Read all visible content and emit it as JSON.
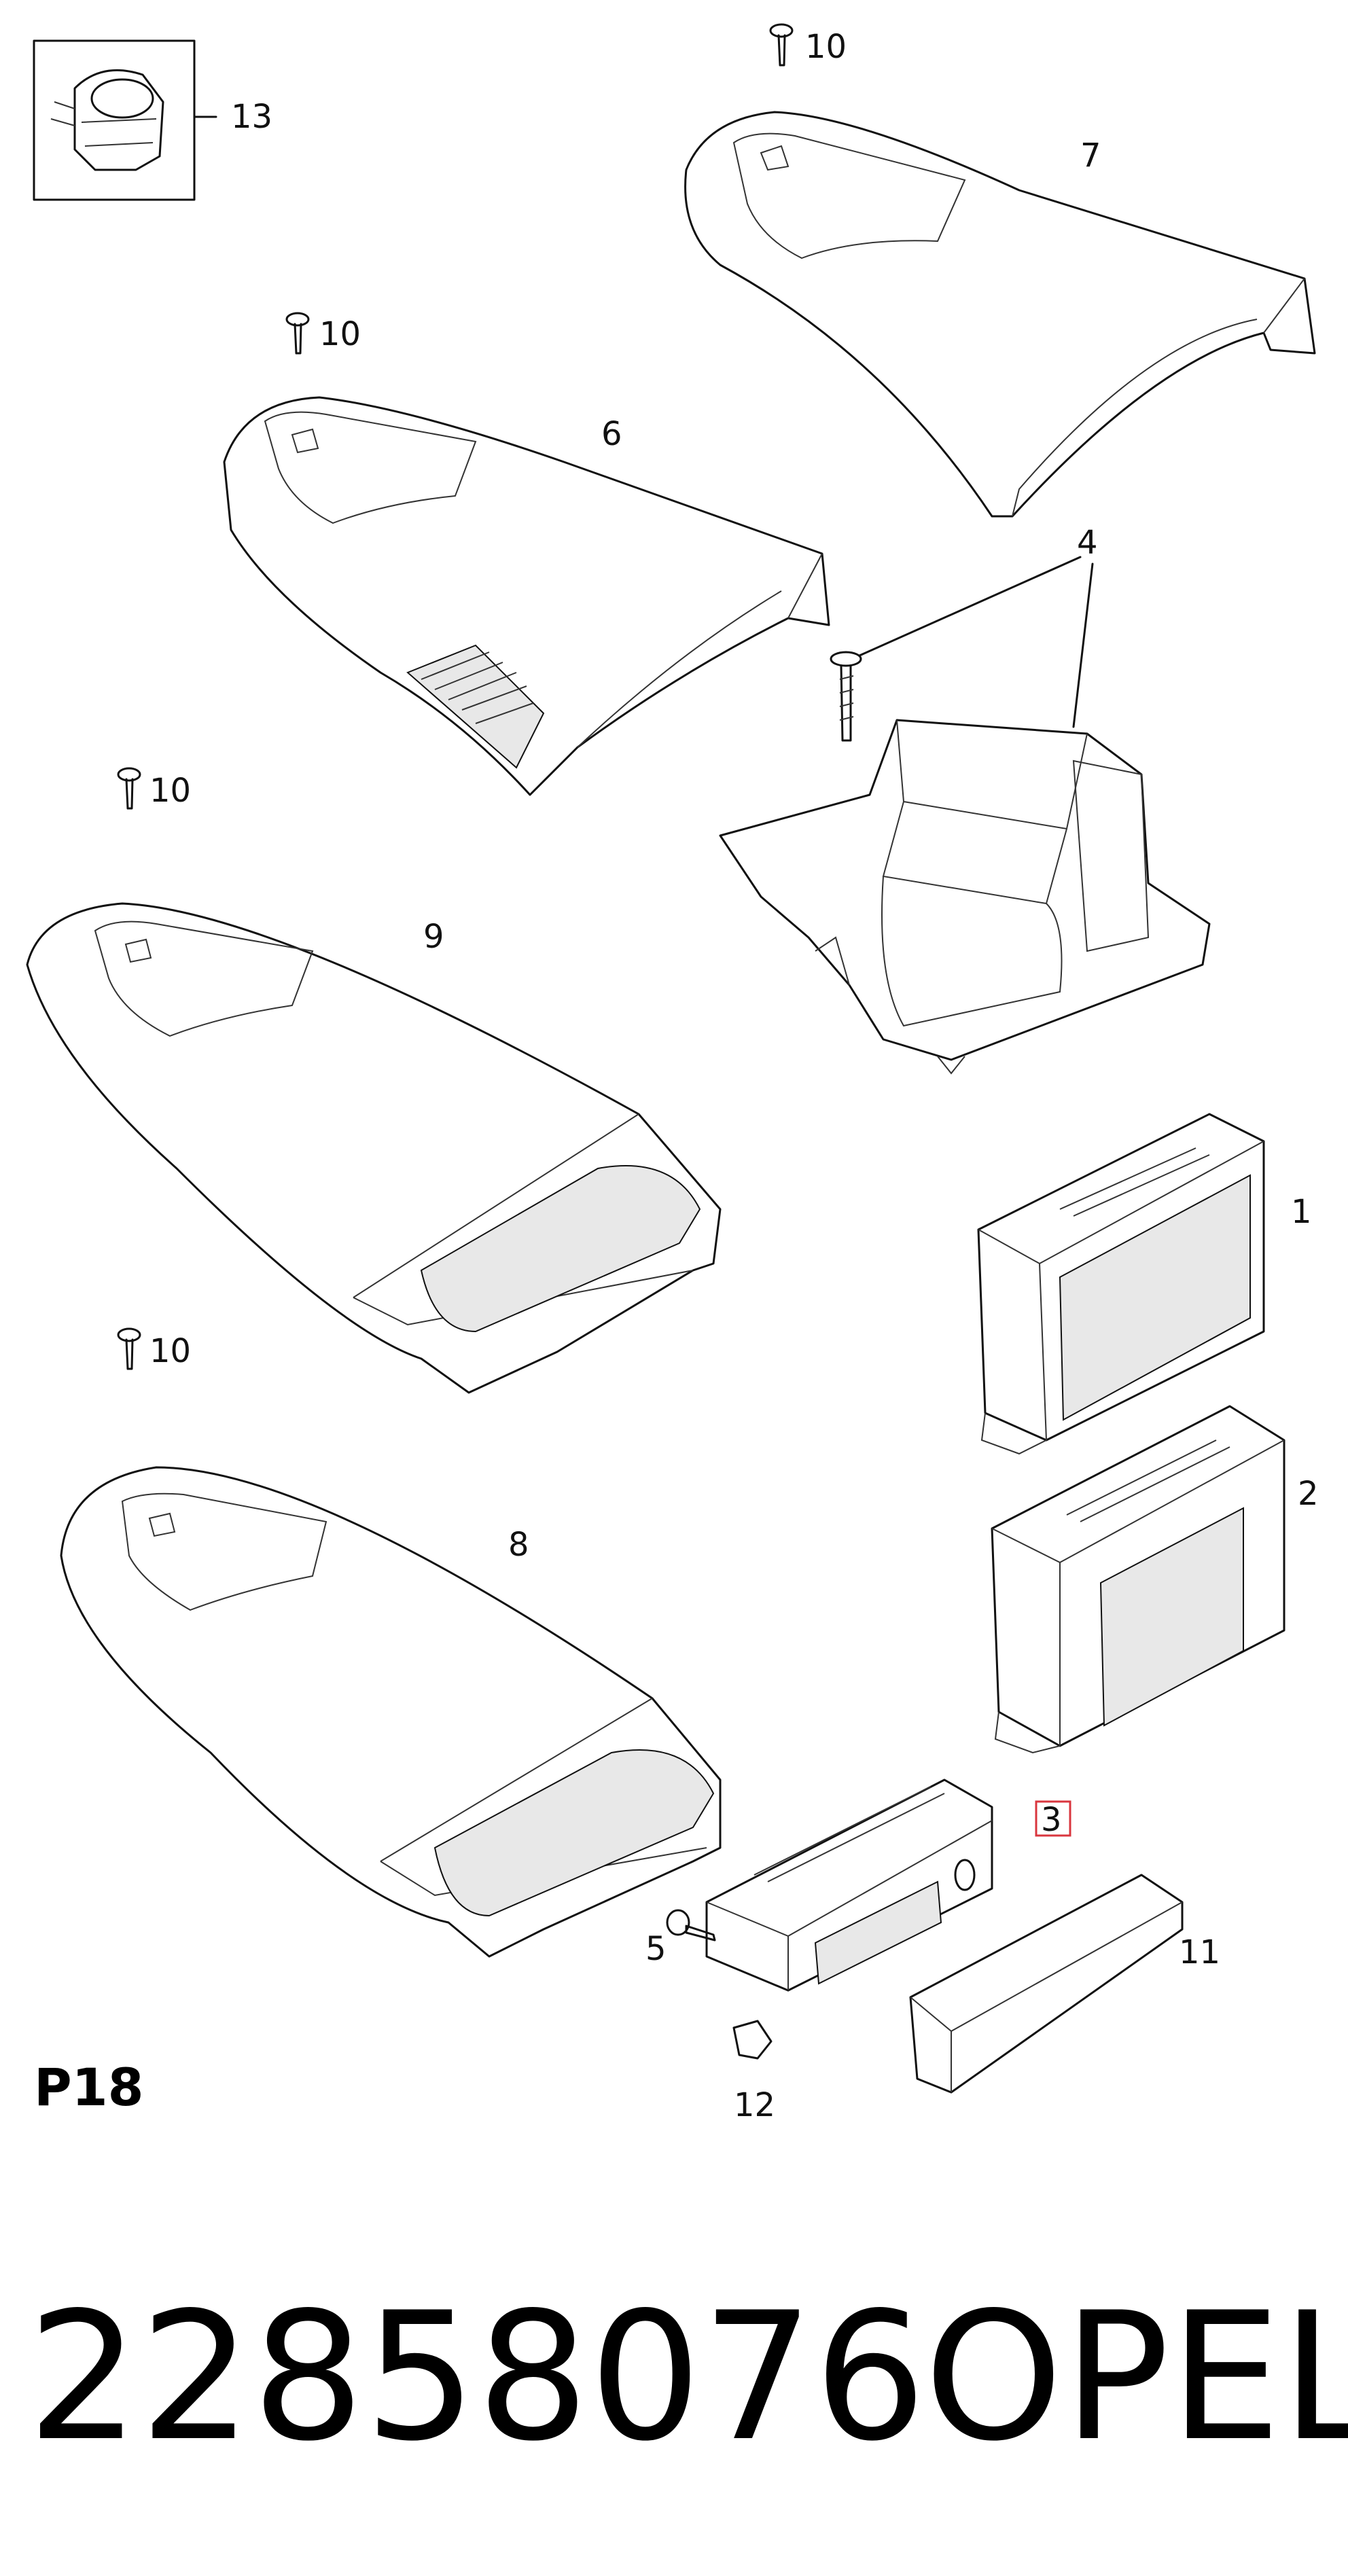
{
  "section_code": "P18",
  "part_number": "22858076",
  "brand": "OPEL",
  "highlight_color": "#d9363e",
  "callouts": [
    {
      "id": "c1",
      "text": "1"
    },
    {
      "id": "c2",
      "text": "2"
    },
    {
      "id": "c3",
      "text": "3",
      "highlighted": true
    },
    {
      "id": "c4",
      "text": "4"
    },
    {
      "id": "c5",
      "text": "5"
    },
    {
      "id": "c6",
      "text": "6"
    },
    {
      "id": "c7",
      "text": "7"
    },
    {
      "id": "c8",
      "text": "8"
    },
    {
      "id": "c9",
      "text": "9"
    },
    {
      "id": "c10a",
      "text": "10"
    },
    {
      "id": "c10b",
      "text": "10"
    },
    {
      "id": "c10c",
      "text": "10"
    },
    {
      "id": "c10d",
      "text": "10"
    },
    {
      "id": "c11",
      "text": "11"
    },
    {
      "id": "c12",
      "text": "12"
    },
    {
      "id": "c13",
      "text": "13"
    }
  ]
}
